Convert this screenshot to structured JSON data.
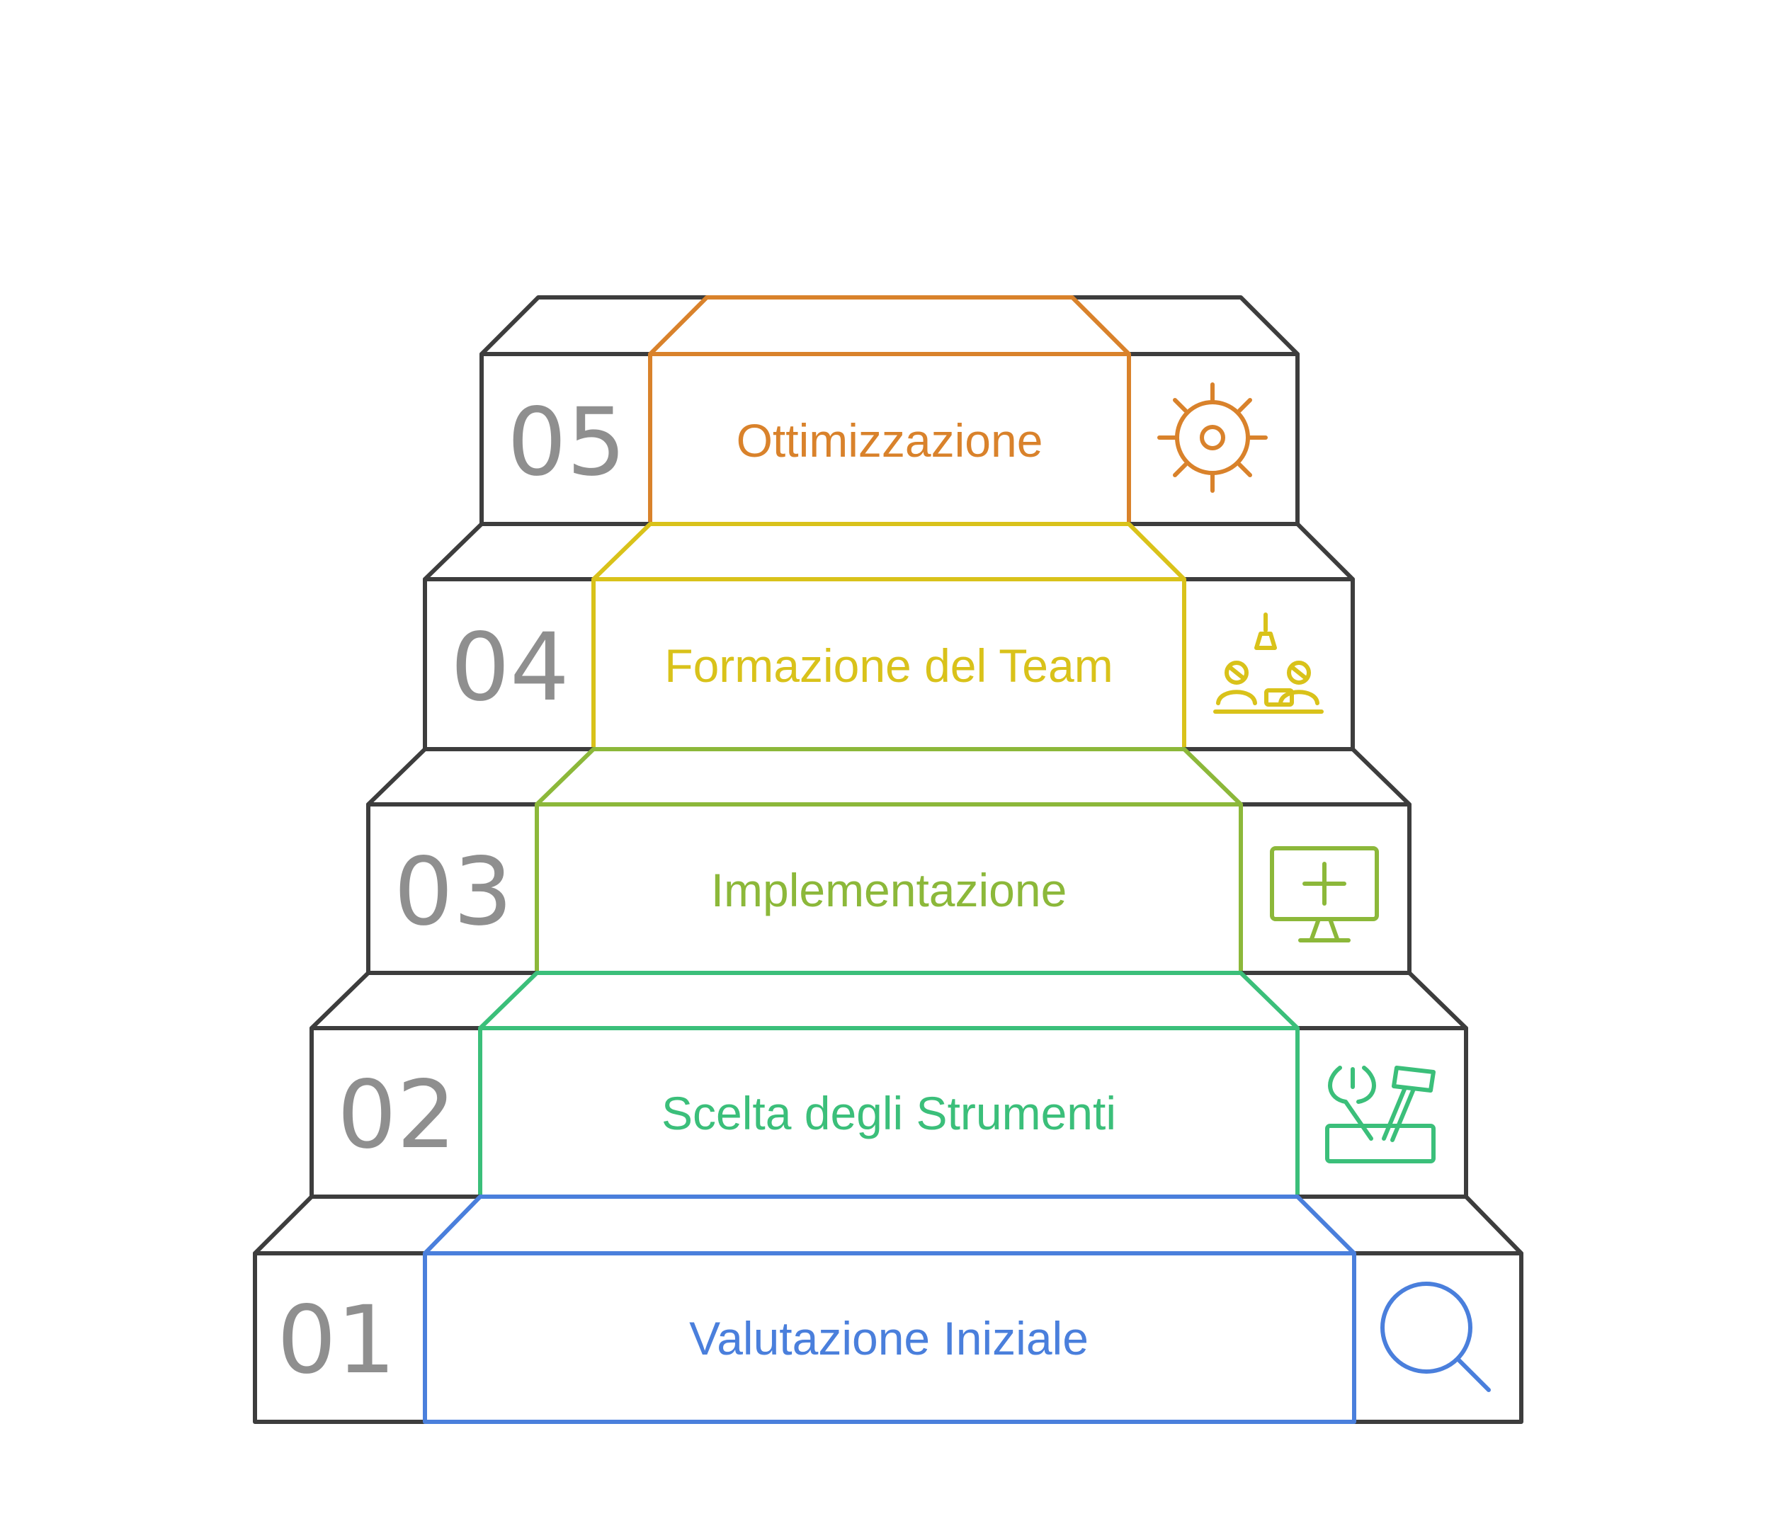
{
  "colors": {
    "frame": "#3d3d3d",
    "number": "#8f8f8f"
  },
  "steps": [
    {
      "number": "01",
      "label": "Valutazione Iniziale",
      "color": "#4a7fdc",
      "icon": "magnifier-icon"
    },
    {
      "number": "02",
      "label": "Scelta degli Strumenti",
      "color": "#3bbf7a",
      "icon": "toolbox-icon"
    },
    {
      "number": "03",
      "label": "Implementazione",
      "color": "#8cb83a",
      "icon": "monitor-plus-icon"
    },
    {
      "number": "04",
      "label": "Formazione del Team",
      "color": "#d9c21a",
      "icon": "team-training-icon"
    },
    {
      "number": "05",
      "label": "Ottimizzazione",
      "color": "#d9822b",
      "icon": "gear-icon"
    }
  ]
}
